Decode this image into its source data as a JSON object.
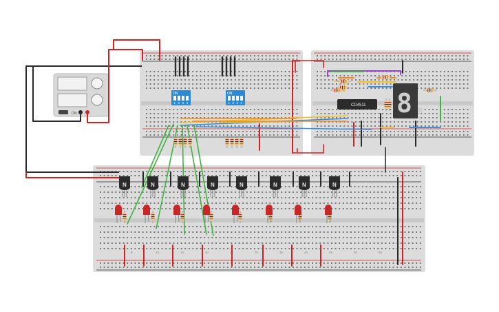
{
  "power_supply": {
    "label": "ON",
    "body_color": "#d9d9d9",
    "screen_color": "#f2f2f2"
  },
  "dip_switches": [
    {
      "on_label": "ON",
      "pins": [
        "1",
        "2",
        "3",
        "4"
      ]
    },
    {
      "on_label": "ON",
      "pins": [
        "1",
        "2",
        "3",
        "4"
      ]
    }
  ],
  "decoder_chip": {
    "label": "CD4511"
  },
  "seven_segment": {
    "digit": "8."
  },
  "transistors": {
    "label": "N",
    "count": 8
  },
  "breadboard_column_numbers": [
    "5",
    "10",
    "15",
    "20",
    "25",
    "30",
    "35",
    "40",
    "45",
    "50",
    "55"
  ],
  "colors": {
    "wire_red": "#d32020",
    "wire_black": "#2a2a2a",
    "wire_green": "#3fb33f",
    "wire_blue": "#3a8fd6",
    "wire_yellow": "#f2c022",
    "wire_orange": "#f08a1c",
    "wire_purple": "#9b45c7",
    "dip_blue": "#2b8ad3",
    "breadboard": "#dcdcdc",
    "led_red": "#c62828"
  }
}
